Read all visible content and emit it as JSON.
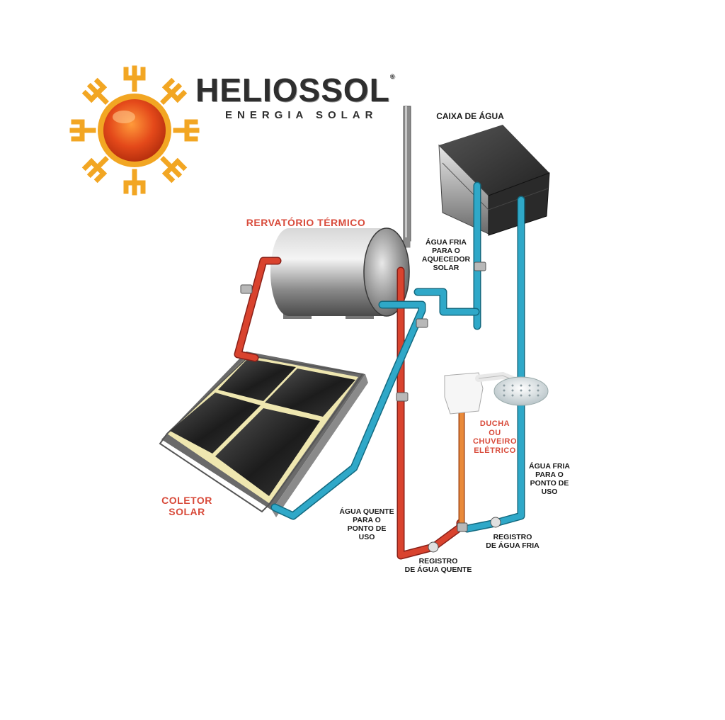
{
  "brand": {
    "name": "HELIOSSOL",
    "registered": "®",
    "tagline": "ENERGIA SOLAR",
    "sun_color": "#f2a623",
    "sun_core_color": "#e4491a"
  },
  "labels": {
    "caixa_de_agua": "CAIXA DE ÁGUA",
    "reservatorio": "RERVATÓRIO TÉRMICO",
    "agua_fria_aquecedor": "ÁGUA FRIA\nPARA O\nAQUECEDOR\nSOLAR",
    "coletor_solar": "COLETOR\nSOLAR",
    "ducha": "DUCHA\nOU\nCHUVEIRO\nELÉTRICO",
    "agua_fria_ponto": "ÁGUA FRIA\nPARA O\nPONTO DE\nUSO",
    "agua_quente_ponto": "ÁGUA QUENTE\nPARA O\nPONTO DE\nUSO",
    "registro_fria": "REGISTRO\nDE ÁGUA FRIA",
    "registro_quente": "REGISTRO\nDE ÁGUA QUENTE"
  },
  "colors": {
    "hot_pipe": "#d9432e",
    "cold_pipe": "#2fa8c8",
    "label_red": "#d84a3a"
  }
}
